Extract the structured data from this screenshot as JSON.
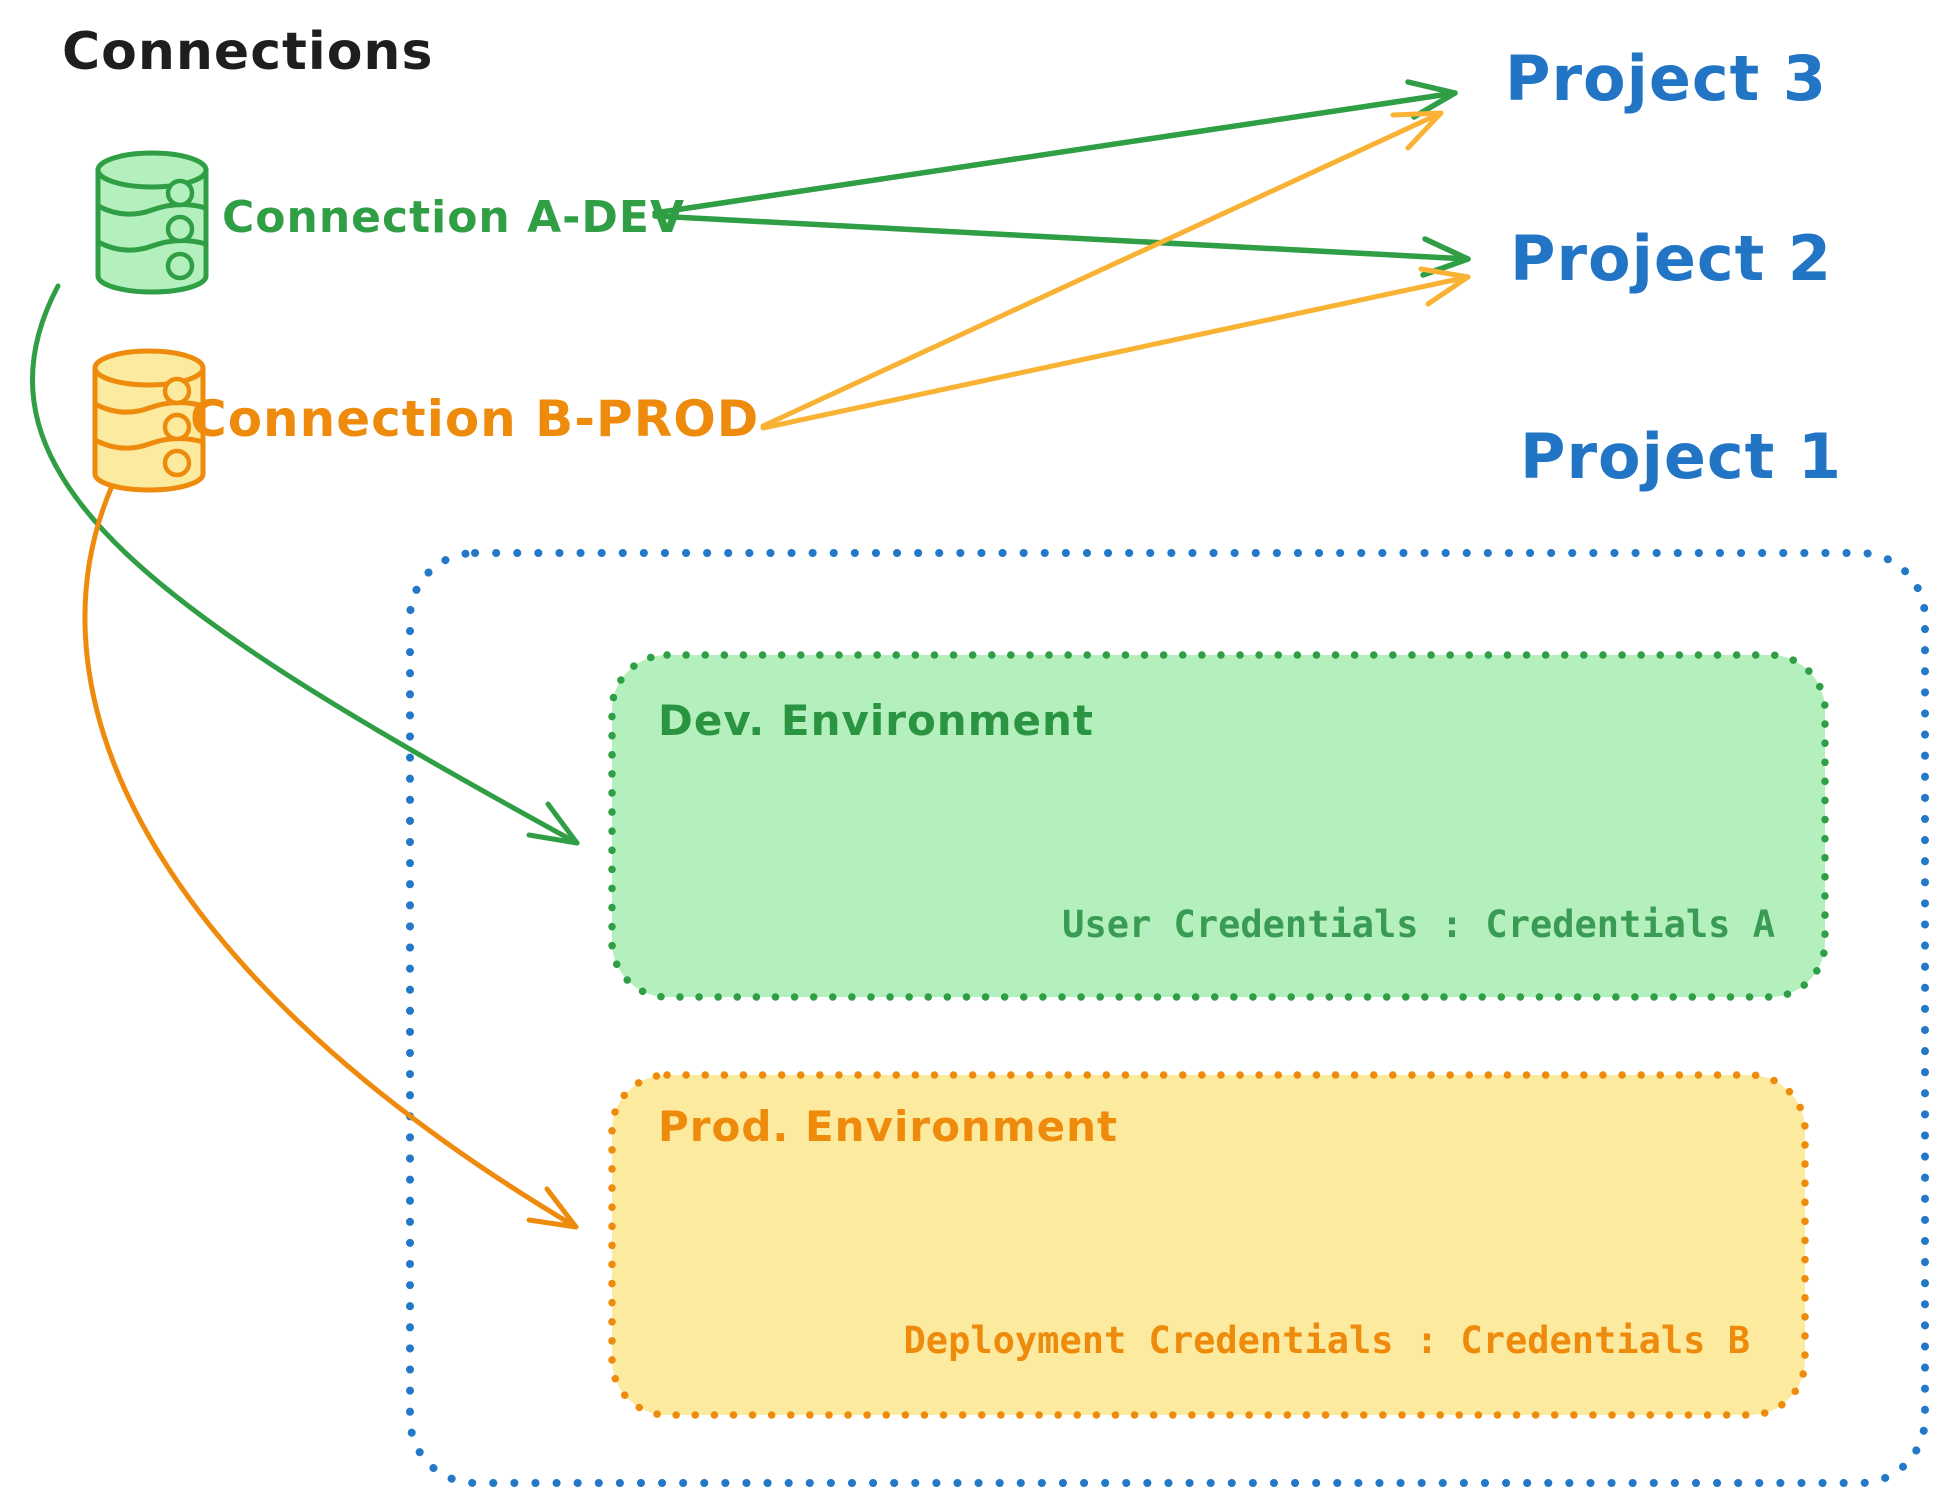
{
  "diagram": {
    "title": "Connections",
    "connections": [
      {
        "id": "a-dev",
        "label": "Connection A-DEV"
      },
      {
        "id": "b-prod",
        "label": "Connection B-PROD"
      }
    ],
    "projects": [
      {
        "label": "Project 3"
      },
      {
        "label": "Project 2"
      },
      {
        "label": "Project 1"
      }
    ],
    "project1_environments": [
      {
        "title": "Dev. Environment",
        "credentials_text": "User Credentials : Credentials A"
      },
      {
        "title": "Prod. Environment",
        "credentials_text": "Deployment Credentials : Credentials B"
      }
    ],
    "edges": [
      {
        "from": "Connection A-DEV",
        "to": "Project 3"
      },
      {
        "from": "Connection A-DEV",
        "to": "Project 2"
      },
      {
        "from": "Connection B-PROD",
        "to": "Project 3"
      },
      {
        "from": "Connection B-PROD",
        "to": "Project 2"
      },
      {
        "from": "Connection A-DEV",
        "to": "Dev. Environment"
      },
      {
        "from": "Connection B-PROD",
        "to": "Prod. Environment"
      }
    ],
    "colors": {
      "ink": "#1e1e1e",
      "blue": "#2175c4",
      "green": "#2f9e44",
      "green_fill": "#b3f0be",
      "orange": "#ee8b0c",
      "orange_fill": "#fcea9f",
      "arrow_gold": "#f9b234"
    }
  }
}
